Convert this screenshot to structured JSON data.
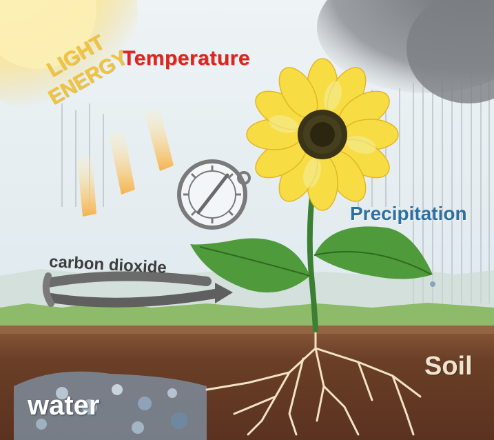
{
  "labels": {
    "temperature": "Temperature",
    "light_line1": "LIGHT",
    "light_line2": "ENERGY",
    "precipitation": "Precipitation",
    "carbon_dioxide": "carbon dioxide",
    "soil": "Soil",
    "water": "water"
  },
  "colors": {
    "sky": "#dfe9ef",
    "sun": "#fbe89a",
    "cloud": "#8d9196",
    "grass": "#8dbb6a",
    "soil": "#6b3f27",
    "petal": "#f8dc43",
    "flower_center": "#3a3318",
    "leaf": "#4f9a3a",
    "stem": "#3c7f33",
    "root": "#f1e3c4",
    "temperature_text": "#e0241b",
    "light_text": "#f0c43e",
    "precipitation_text": "#2f6f9f"
  },
  "icons": {
    "sun": "sun-icon",
    "cloud": "rain-cloud-icon",
    "gauge": "thermometer-dial-icon",
    "flower": "sunflower-icon",
    "co2_arrows": "circular-arrows-icon"
  }
}
